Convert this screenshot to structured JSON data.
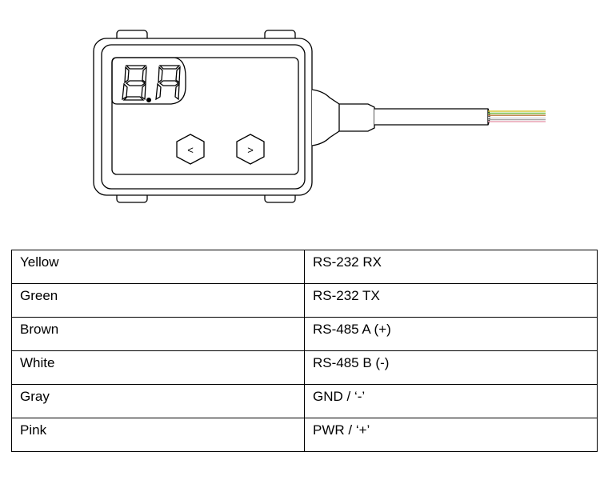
{
  "device": {
    "display_digits": [
      "8.",
      "A"
    ],
    "buttons": [
      {
        "symbol": "<"
      },
      {
        "symbol": ">"
      }
    ],
    "cable_wire_colors": [
      "#d8c93a",
      "#7bbf4a",
      "#c48a55",
      "#e8e8e8",
      "#a8a8a8",
      "#e8a2b4"
    ]
  },
  "wiring_table": {
    "rows": [
      {
        "wire": "Yellow",
        "signal": "RS-232 RX"
      },
      {
        "wire": "Green",
        "signal": "RS-232 TX"
      },
      {
        "wire": "Brown",
        "signal": "RS-485 A (+)"
      },
      {
        "wire": "White",
        "signal": "RS-485 B (-)"
      },
      {
        "wire": "Gray",
        "signal": "GND / ‘-’"
      },
      {
        "wire": "Pink",
        "signal": "PWR / ‘+’"
      }
    ]
  }
}
